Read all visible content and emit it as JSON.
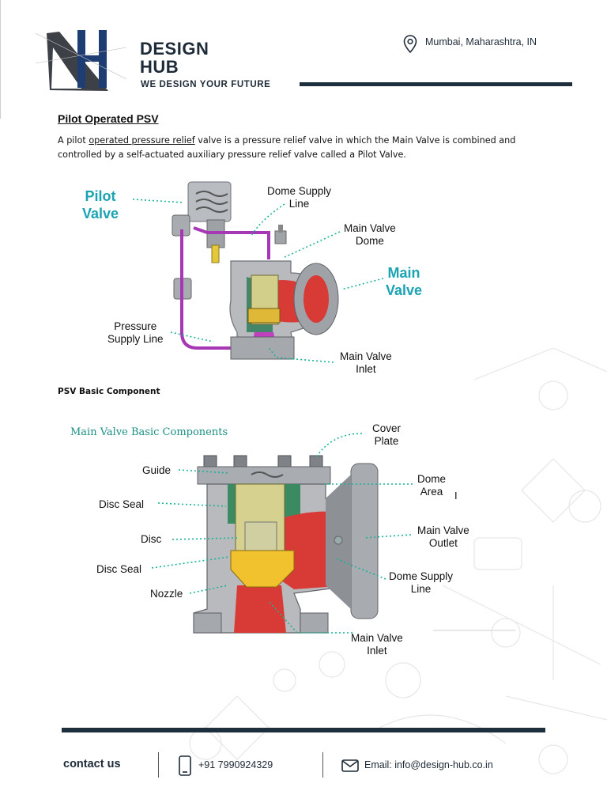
{
  "header": {
    "brand_line1": "DESIGN",
    "brand_line2": "HUB",
    "tagline": "WE DESIGN YOUR FUTURE",
    "location": "Mumbai, Maharashtra, IN"
  },
  "section1": {
    "title": "Pilot Operated PSV",
    "intro_pre": "A pilot ",
    "intro_link": "operated pressure relief",
    "intro_post": " valve is a pressure relief valve in which the Main Valve is combined and controlled by a self-actuated auxiliary pressure relief valve called a Pilot Valve."
  },
  "figure1": {
    "pilot_valve_1": "Pilot",
    "pilot_valve_2": "Valve",
    "dome_supply_1": "Dome Supply",
    "dome_supply_2": "Line",
    "main_valve_dome_1": "Main Valve",
    "main_valve_dome_2": "Dome",
    "main_valve_1": "Main",
    "main_valve_2": "Valve",
    "pressure_supply_1": "Pressure",
    "pressure_supply_2": "Supply Line",
    "main_valve_inlet_1": "Main Valve",
    "main_valve_inlet_2": "Inlet"
  },
  "section2": {
    "title": "PSV Basic Component"
  },
  "figure2": {
    "title": "Main Valve Basic Components",
    "cover_1": "Cover",
    "cover_2": "Plate",
    "guide": "Guide",
    "dome_area_1": "Dome",
    "dome_area_2": "Area",
    "disc_seal_top": "Disc Seal",
    "disc": "Disc",
    "outlet_1": "Main Valve",
    "outlet_2": "Outlet",
    "disc_seal_bottom": "Disc Seal",
    "dome_supply_1": "Dome Supply",
    "dome_supply_2": "Line",
    "nozzle": "Nozzle",
    "inlet_1": "Main Valve",
    "inlet_2": "Inlet"
  },
  "footer": {
    "contact_label": "contact us",
    "phone": "+91 7990924329",
    "email": "Email: info@design-hub.co.in"
  },
  "colors": {
    "brand_navy": "#1d2e3d",
    "label_teal": "#1aa3b3",
    "leader_teal": "#19b39a",
    "pipe_purple": "#a637b5",
    "body_red": "#d83a36",
    "brass": "#e0c050"
  },
  "icons": [
    "logo-mark-icon",
    "location-pin-icon",
    "phone-icon",
    "mail-icon"
  ]
}
